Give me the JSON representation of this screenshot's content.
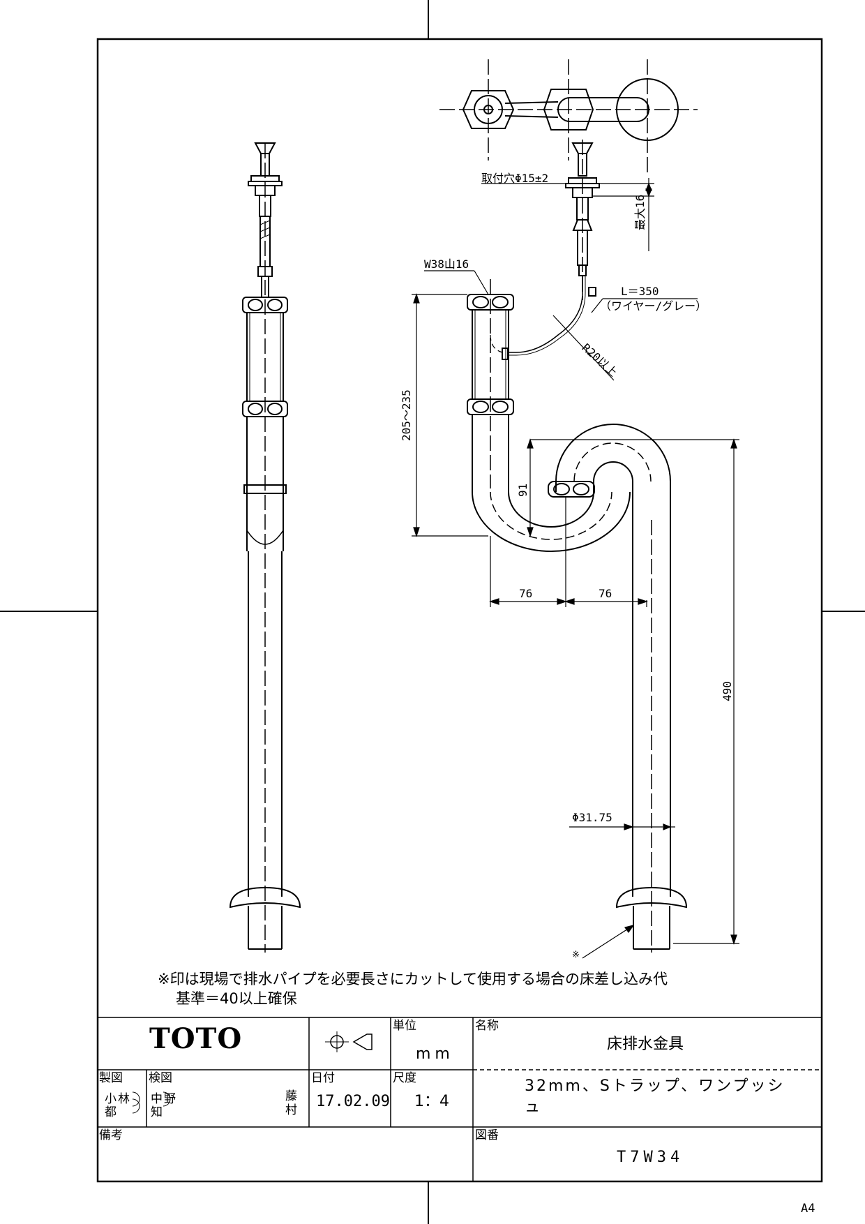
{
  "drawing": {
    "note_line1": "※印は現場で排水パイプを必要長さにカットして使用する場合の床差し込み代",
    "note_line2": "基準＝40以上確保",
    "marker": "※",
    "paper_size": "A4"
  },
  "dimensions": {
    "hole": "取付穴Φ15±2",
    "max16": "最大16",
    "thread": "W38山16",
    "wire_len": "L＝350",
    "wire_desc": "（ワイヤー/グレー）",
    "radius": "R20以上",
    "adjust": "205〜235",
    "d91": "91",
    "d76a": "76",
    "d76b": "76",
    "d490": "490",
    "dia": "Φ31.75"
  },
  "title_block": {
    "logo": "TOTO",
    "unit_label": "単位",
    "unit_value": "mm",
    "name_label": "名称",
    "name_value": "床排水金具",
    "drawn_label": "製図",
    "drawn_stamp": "小林都",
    "checked_label": "検図",
    "checked_stamp": "中野知",
    "approved_stamp": "藤村",
    "date_label": "日付",
    "date_value": "17.02.09",
    "scale_label": "尺度",
    "scale_value": "1：4",
    "spec_line1": "32mm、Sトラップ、ワンプッシ",
    "spec_line2": "ュ",
    "remarks_label": "備考",
    "drawing_no_label": "図番",
    "drawing_no_value": "T7W34"
  },
  "colors": {
    "line": "#000000",
    "background": "#ffffff"
  }
}
